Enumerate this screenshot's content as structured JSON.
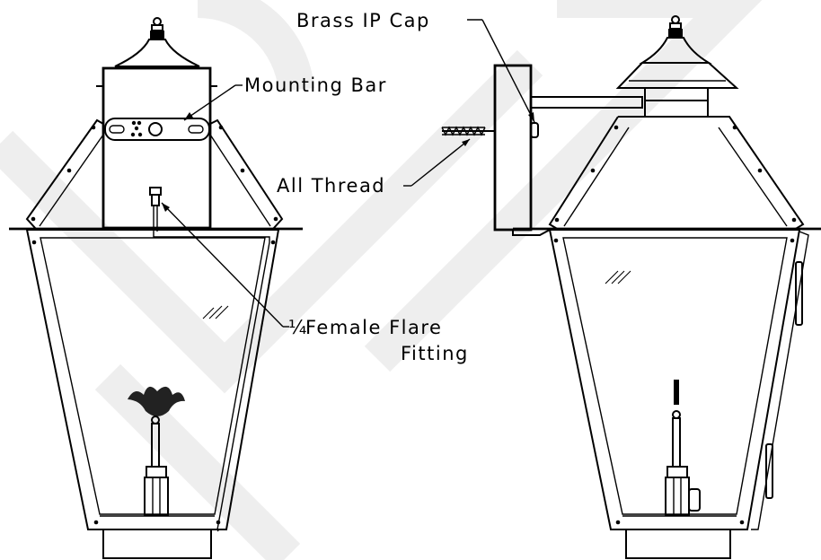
{
  "labels": {
    "mounting_bar": "Mounting Bar",
    "brass_ip_cap": "Brass IP Cap",
    "all_thread": "All Thread",
    "flare_fraction": "¼",
    "flare_line1": "Female Flare",
    "flare_line2": "Fitting"
  },
  "colors": {
    "line": "#000000",
    "watermark": "#eeeeee",
    "background": "#ffffff"
  }
}
